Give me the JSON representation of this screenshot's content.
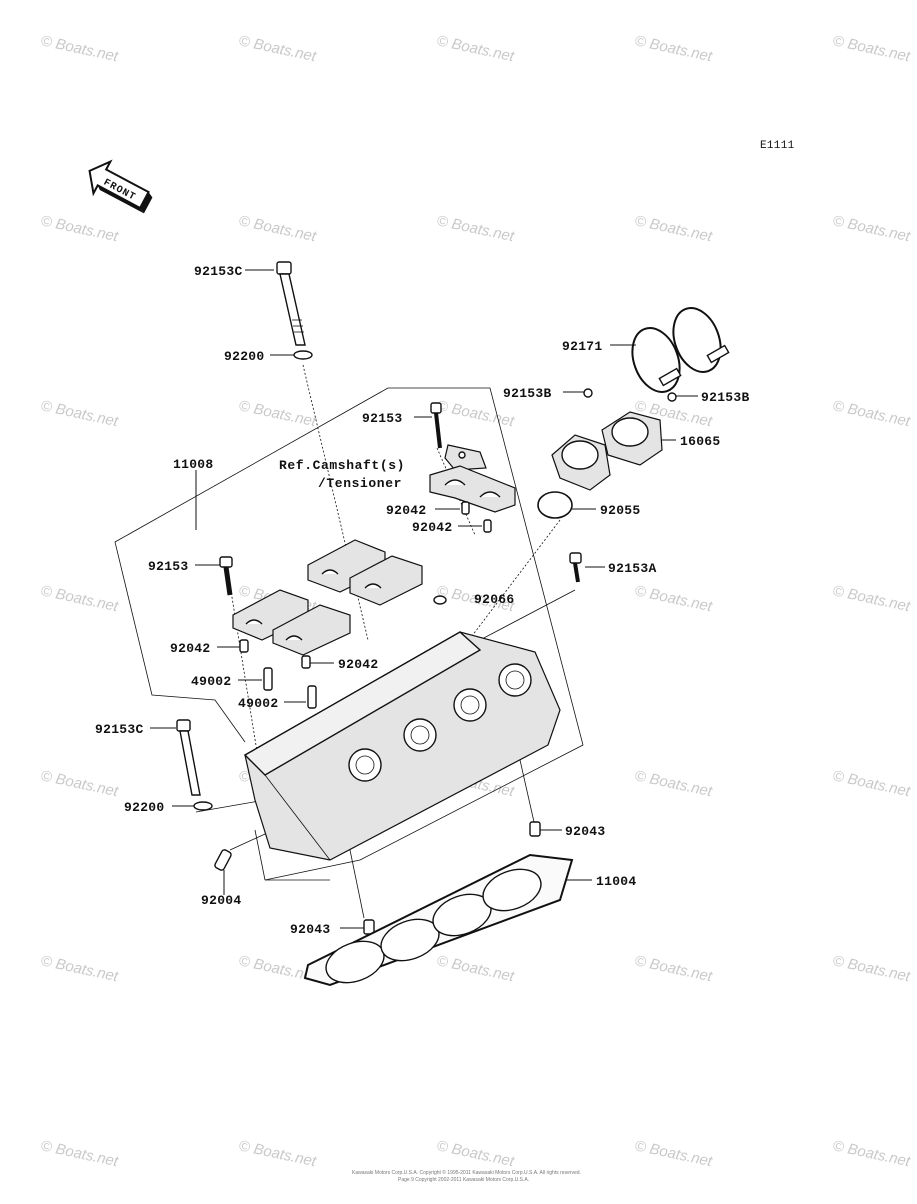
{
  "diagram": {
    "code": "E1111",
    "front_label": "FRONT",
    "ref_line1": "Ref.Camshaft(s)",
    "ref_line2": "/Tensioner",
    "watermark": "© Boats.net",
    "copyright_line1": "Kawasaki Motors Corp.U.S.A. Copyright © 1995-2011 Kawasaki Motors Corp.U.S.A. All rights reserved.",
    "copyright_line2": "Page 9 Copyright 2002-2011 Kawasaki Motors Corp.U.S.A."
  },
  "labels": [
    {
      "text": "92153C"
    },
    {
      "text": "92200"
    },
    {
      "text": "92171"
    },
    {
      "text": "92153B"
    },
    {
      "text": "92153B"
    },
    {
      "text": "92153"
    },
    {
      "text": "16065"
    },
    {
      "text": "11008"
    },
    {
      "text": "92042"
    },
    {
      "text": "92042"
    },
    {
      "text": "92055"
    },
    {
      "text": "92153"
    },
    {
      "text": "92153A"
    },
    {
      "text": "92066"
    },
    {
      "text": "92042"
    },
    {
      "text": "92042"
    },
    {
      "text": "49002"
    },
    {
      "text": "49002"
    },
    {
      "text": "92153C"
    },
    {
      "text": "92200"
    },
    {
      "text": "92043"
    },
    {
      "text": "11004"
    },
    {
      "text": "92004"
    },
    {
      "text": "92043"
    }
  ]
}
